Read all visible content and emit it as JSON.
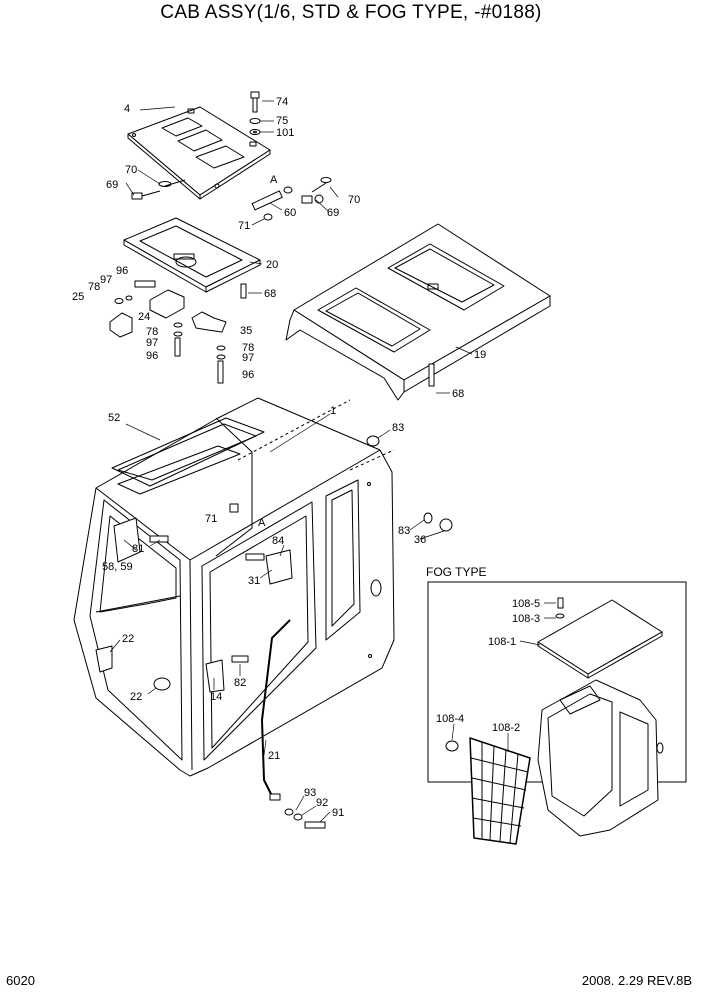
{
  "title": "CAB ASSY(1/6, STD & FOG TYPE, -#0188)",
  "page_number": "6020",
  "date_rev": "2008. 2.29  REV.8B",
  "fog_section_label": "FOG TYPE",
  "callouts": {
    "c74": "74",
    "c75": "75",
    "c101": "101",
    "c4": "4",
    "c70a": "70",
    "c69a": "69",
    "cA1": "A",
    "c70b": "70",
    "c60": "60",
    "c69b": "69",
    "c71a": "71",
    "c20": "20",
    "c68a": "68",
    "c96a": "96",
    "c97a": "97",
    "c78a": "78",
    "c25": "25",
    "c24": "24",
    "c78b": "78",
    "c97b": "97",
    "c96b": "96",
    "c35": "35",
    "c78c": "78",
    "c97c": "97",
    "c96c": "96",
    "c19": "19",
    "c68b": "68",
    "c52": "52",
    "c1": "1",
    "c83a": "83",
    "c71b": "71",
    "cA2": "A",
    "c83b": "83",
    "c36": "36",
    "c84": "84",
    "c81": "81",
    "c5859": "58, 59",
    "c31": "31",
    "c22a": "22",
    "c22b": "22",
    "c14": "14",
    "c82": "82",
    "c21": "21",
    "c93": "93",
    "c92": "92",
    "c91": "91",
    "c1085": "108-5",
    "c1083": "108-3",
    "c1081": "108-1",
    "c1084": "108-4",
    "c1082": "108-2"
  }
}
